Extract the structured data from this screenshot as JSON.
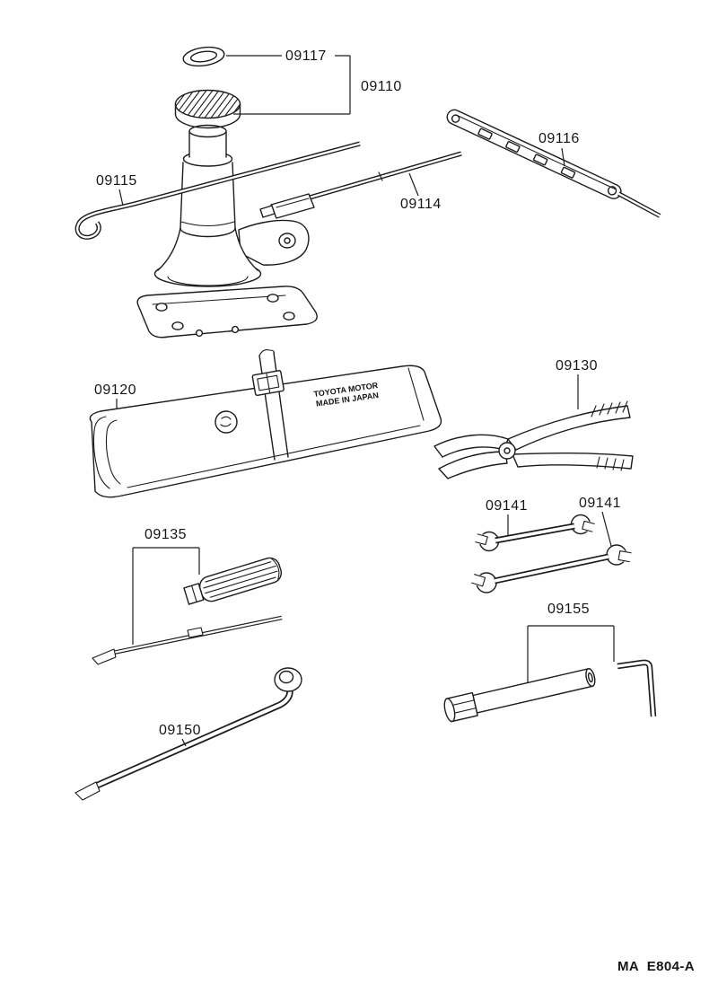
{
  "page": {
    "footer_code": "MA  E804-A"
  },
  "parts": {
    "p09117": {
      "label": "09117"
    },
    "p09110": {
      "label": "09110"
    },
    "p09115": {
      "label": "09115"
    },
    "p09114": {
      "label": "09114"
    },
    "p09116": {
      "label": "09116"
    },
    "p09120": {
      "label": "09120"
    },
    "p09130": {
      "label": "09130"
    },
    "p09141a": {
      "label": "09141"
    },
    "p09141b": {
      "label": "09141"
    },
    "p09135": {
      "label": "09135"
    },
    "p09150": {
      "label": "09150"
    },
    "p09155": {
      "label": "09155"
    }
  },
  "bag_markings": {
    "line1": "TOYOTA MOTOR",
    "line2": "MADE IN JAPAN"
  },
  "colors": {
    "line": "#1c1c1c",
    "background": "#ffffff"
  }
}
